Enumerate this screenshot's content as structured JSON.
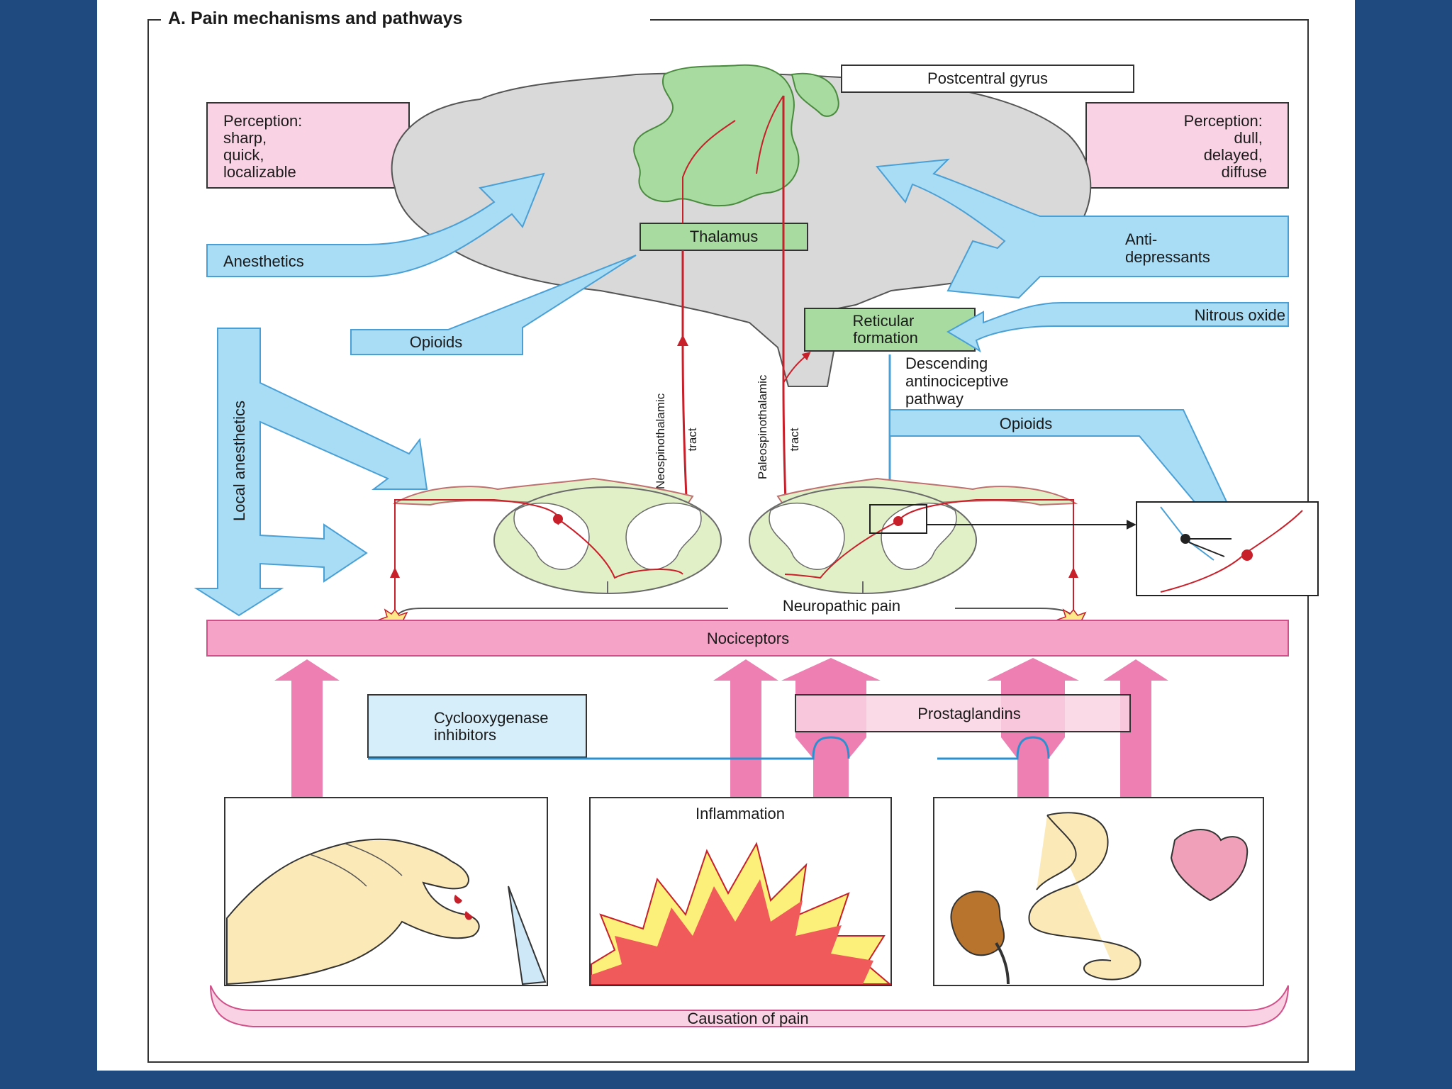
{
  "title": "A. Pain mechanisms and pathways",
  "brain": {
    "postcentral_gyrus": "Postcentral gyrus",
    "perception_left": [
      "Perception:",
      "sharp,",
      "quick,",
      "localizable"
    ],
    "perception_right": [
      "Perception:",
      "dull,",
      "delayed,",
      "diffuse"
    ],
    "thalamus": "Thalamus",
    "reticular_formation": [
      "Reticular",
      "formation"
    ]
  },
  "drugs": {
    "anesthetics": "Anesthetics",
    "antidepressants": [
      "Anti-",
      "depressants"
    ],
    "nitrous_oxide": "Nitrous oxide",
    "opioids_upper": "Opioids",
    "opioids_lower": "Opioids",
    "local_anesthetics": "Local anesthetics",
    "cyclooxygenase_inhibitors": [
      "Cyclooxygenase",
      "inhibitors"
    ]
  },
  "pathways": {
    "neospinothalamic": [
      "Neospinothalamic",
      "tract"
    ],
    "paleospinothalamic": [
      "Paleospinothalamic",
      "tract"
    ],
    "descending": [
      "Descending",
      "antinociceptive",
      "pathway"
    ],
    "neuropathic_pain": "Neuropathic pain",
    "nociceptors": "Nociceptors",
    "prostaglandins": "Prostaglandins"
  },
  "causes": {
    "inflammation": "Inflammation",
    "causation_of_pain": "Causation of pain"
  },
  "colors": {
    "brain": "#d9d9d9",
    "cortex_green": "#a8dba0",
    "perception_pink": "#f9d3e3",
    "drug_blue": "#a9dcf5",
    "pathway_red": "#c8202a",
    "nociceptor_pink": "#f5a3c7",
    "arrow_pink": "#ee7fb3",
    "spinal_green": "#e2f0c8"
  }
}
